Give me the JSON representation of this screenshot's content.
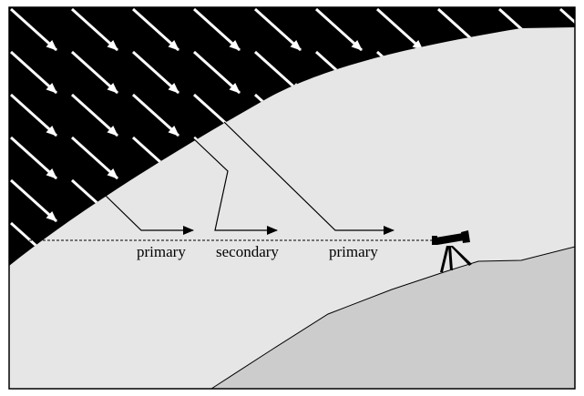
{
  "labels": {
    "left": "primary",
    "middle": "secondary",
    "right": "primary"
  },
  "icons": {
    "instrument": "tripod-telescope-icon",
    "incoming": "arrow-icon"
  },
  "colors": {
    "frame": "#000000",
    "dark_region": "#000000",
    "light_region": "#e6e6e6",
    "ground": "#cccccc",
    "arrow_stroke": "#ffffff",
    "rays": "#000000",
    "sightline": "#000000"
  }
}
